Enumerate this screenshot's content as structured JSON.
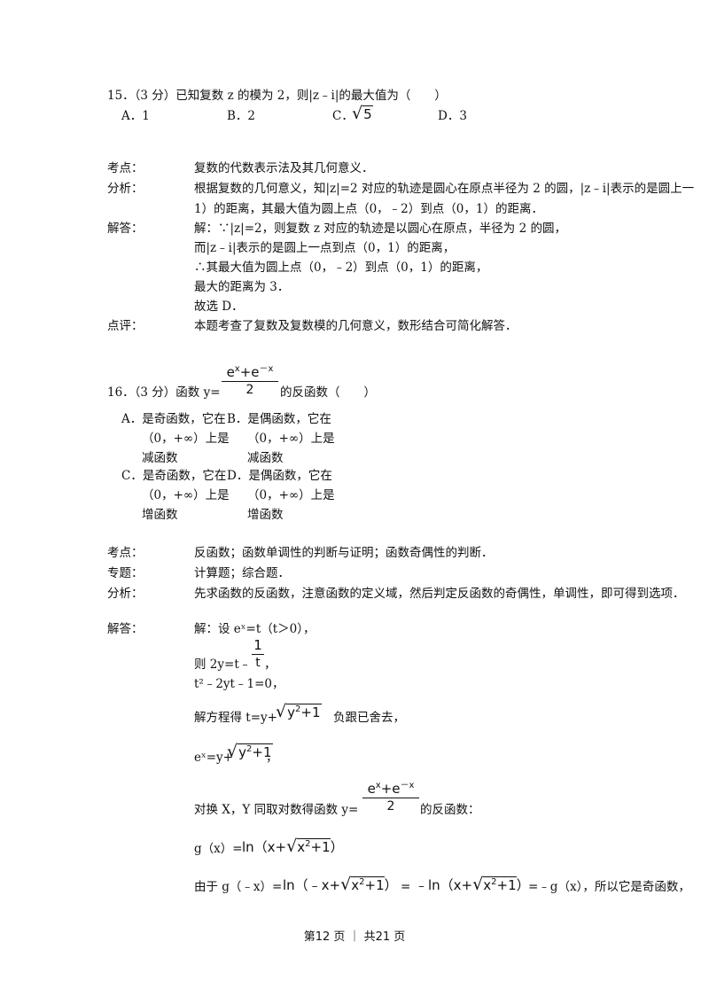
{
  "q15": {
    "stem": "15．（3 分）已知复数 z 的模为 2，则|z﹣i|的最大值为（　　）",
    "options": [
      "A．1",
      "B．2",
      "C．",
      "D．3"
    ],
    "option_c_radicand": "5"
  },
  "sol15": {
    "labels": {
      "kaodian": "考点：",
      "fenxi": "分析：",
      "jieda": "解答：",
      "dianping": "点评："
    },
    "kaodian": "复数的代数表示法及其几何意义．",
    "fenxi": [
      "根据复数的几何意义，知|z|=2 对应的轨迹是圆心在原点半径为 2 的圆，|z﹣i|表示的是圆上一",
      "1）的距离，其最大值为圆上点（0，﹣2）到点（0，1）的距离．"
    ],
    "jieda": [
      "解：∵|z|=2，则复数 z 对应的轨迹是以圆心在原点，半径为 2 的圆，",
      "而|z﹣i|表示的是圆上一点到点（0，1）的距离，",
      "∴其最大值为圆上点（0，﹣2）到点（0，1）的距离，",
      "最大的距离为 3．",
      "故选 D．"
    ],
    "dianping": "本题考查了复数及复数模的几何意义，数形结合可简化解答．"
  },
  "q16": {
    "stem_prefix": "16．（3 分）函数 y=",
    "stem_suffix": "的反函数（　　）",
    "frac_num": "e<sup>x</sup>+e<sup>－x</sup>",
    "frac_den": "2",
    "options": [
      [
        "A．是奇函数，它在",
        "（0，+∞）上是",
        "减函数"
      ],
      [
        "B．是偶函数，它在",
        "（0，+∞）上是",
        "减函数"
      ],
      [
        "C．是奇函数，它在",
        "（0，+∞）上是",
        "增函数"
      ],
      [
        "D．是偶函数，它在",
        "（0，+∞）上是",
        "增函数"
      ]
    ]
  },
  "sol16": {
    "labels": {
      "kaodian": "考点：",
      "zhuanti": "专题：",
      "fenxi": "分析：",
      "jieda": "解答："
    },
    "kaodian": "反函数；函数单调性的判断与证明；函数奇偶性的判断．",
    "zhuanti": "计算题；综合题．",
    "fenxi": "先求函数的反函数，注意函数的定义域，然后判定反函数的奇偶性，单调性，即可得到选项．",
    "line1": "解：设 eˣ=t（t＞0），",
    "line2_prefix": "则 2y=t﹣",
    "line2_num": "1",
    "line2_den": "t",
    "line2_suffix": "，",
    "line3": "t²﹣2yt﹣1=0，",
    "line4_prefix": "解方程得 t=y+",
    "line4_radicand": "y<sup>2</sup>+1",
    "line4_suffix": "负跟已舍去，",
    "line5_prefix": "eˣ=y+",
    "line5_radicand": "y<sup>2</sup>+1",
    "line5_suffix": "，",
    "line6_prefix": "对换 X，Y 同取对数得函数 y=",
    "line6_num": "e<sup>x</sup>+e<sup>－x</sup>",
    "line6_den": "2",
    "line6_suffix": "的反函数：",
    "line7_prefix": "g（x）=",
    "line7_math": "ln（x+",
    "line7_radicand": "x<sup>2</sup>+1",
    "line7_close": "）",
    "line8_prefix": "由于 g（﹣x）=",
    "line8_math1": "ln（﹣x+",
    "line8_radicand1": "x<sup>2</sup>+1",
    "line8_close1": "）",
    "line8_eq": "=",
    "line8_math2": "﹣ln（x+",
    "line8_radicand2": "x<sup>2</sup>+1",
    "line8_close2": "）",
    "line8_suffix": "=﹣g（x），所以它是奇函数，"
  },
  "footer": {
    "text": "第12 页 ｜ 共21 页"
  }
}
